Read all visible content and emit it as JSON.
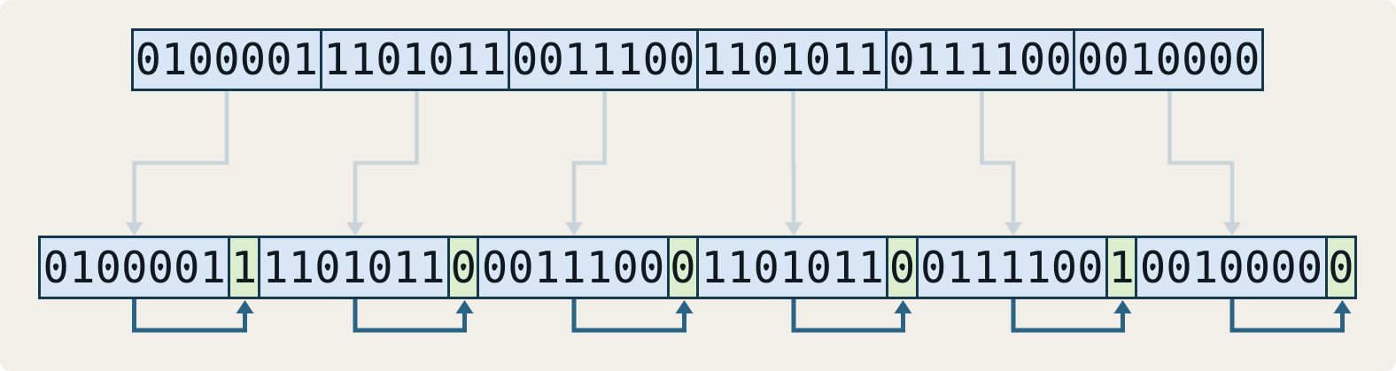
{
  "diagram": {
    "top_row": {
      "groups": [
        "0100001",
        "1101011",
        "0011100",
        "1101011",
        "0111100",
        "0010000"
      ]
    },
    "bottom_row": {
      "groups": [
        {
          "bits": "0100001",
          "parity": "1"
        },
        {
          "bits": "1101011",
          "parity": "0"
        },
        {
          "bits": "0011100",
          "parity": "0"
        },
        {
          "bits": "1101011",
          "parity": "0"
        },
        {
          "bits": "0111100",
          "parity": "1"
        },
        {
          "bits": "0010000",
          "parity": "0"
        }
      ]
    },
    "colors": {
      "background": "#f2efe8",
      "cell_fill": "#d9e6f5",
      "parity_fill": "#ddeecf",
      "cell_border": "#16384d",
      "text": "#101820",
      "mapping_arrow": "#c7d4da",
      "parity_arrow": "#2b6384"
    }
  }
}
